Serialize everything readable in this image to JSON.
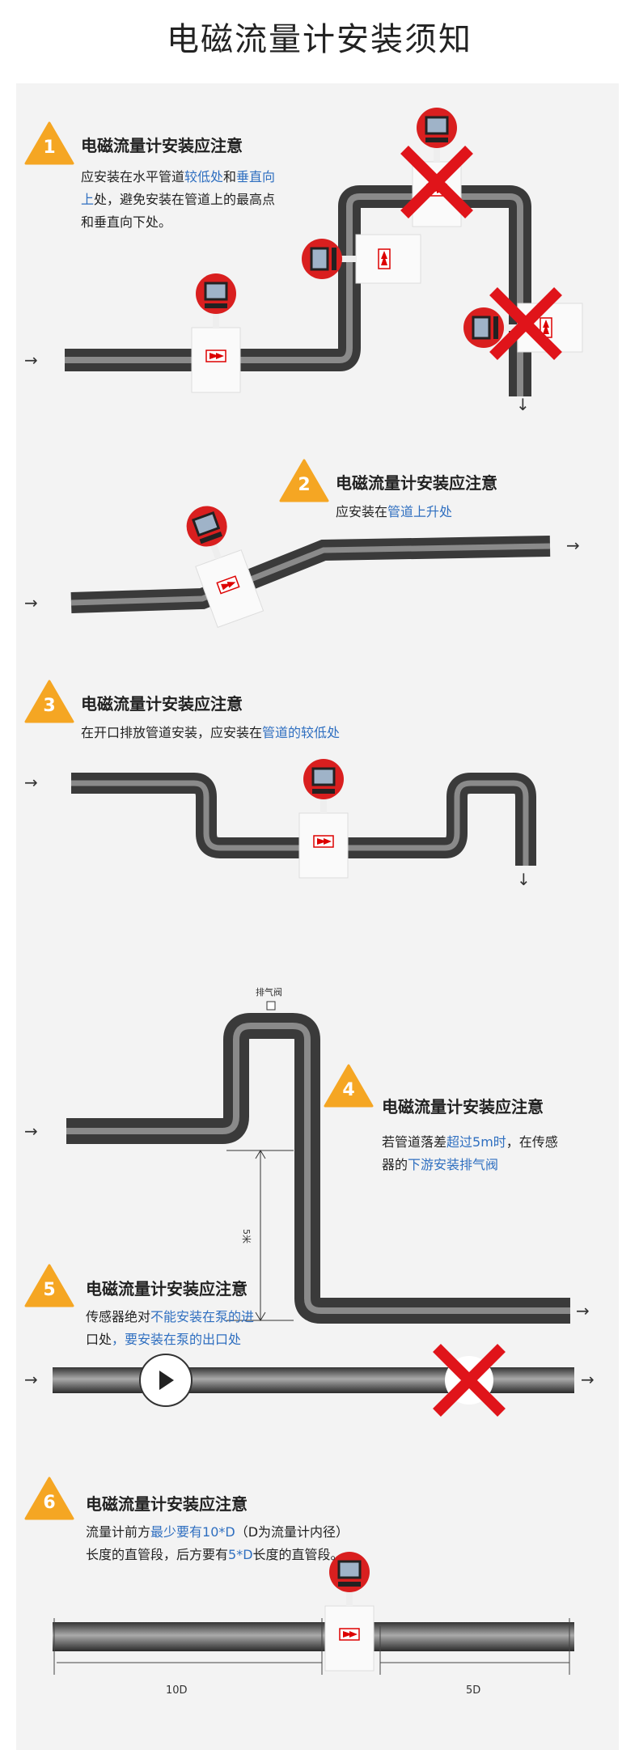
{
  "title": "电磁流量计安装须知",
  "accent": "#f5a623",
  "highlight": "#2f6fc0",
  "sections": [
    {
      "num": "1",
      "heading": "电磁流量计安装应注意",
      "lines": [
        [
          "应安装在水平管道",
          "较低处",
          "和",
          "垂直向"
        ],
        [
          "上",
          "处，避免安装在管道上的最高点"
        ],
        [
          "和垂直向下处。"
        ]
      ]
    },
    {
      "num": "2",
      "heading": "电磁流量计安装应注意",
      "lines": [
        [
          "应安装在",
          "管道上升处"
        ]
      ]
    },
    {
      "num": "3",
      "heading": "电磁流量计安装应注意",
      "lines": [
        [
          "在开口排放管道安装，应安装在",
          "管道的较低处"
        ]
      ]
    },
    {
      "num": "4",
      "heading": "电磁流量计安装应注意",
      "lines": [
        [
          "若管道落差",
          "超过5m时",
          "，在传感"
        ],
        [
          "器的",
          "下游安装排气阀"
        ]
      ],
      "vent_label": "排气阀",
      "height_label": "5米"
    },
    {
      "num": "5",
      "heading": "电磁流量计安装应注意",
      "lines": [
        [
          "传感器绝对",
          "不能安装在泵的进"
        ],
        [
          "口处",
          "，要安装在泵的出口处"
        ]
      ]
    },
    {
      "num": "6",
      "heading": "电磁流量计安装应注意",
      "lines": [
        [
          "流量计前方",
          "最少要有10*D",
          "（D为流量计内径）"
        ],
        [
          "长度的直管段，后方要有",
          "5*D",
          "长度的直管段。"
        ]
      ],
      "upstream_label": "10D",
      "downstream_label": "5D"
    }
  ],
  "arrow_right": "→",
  "arrow_down": "↓"
}
